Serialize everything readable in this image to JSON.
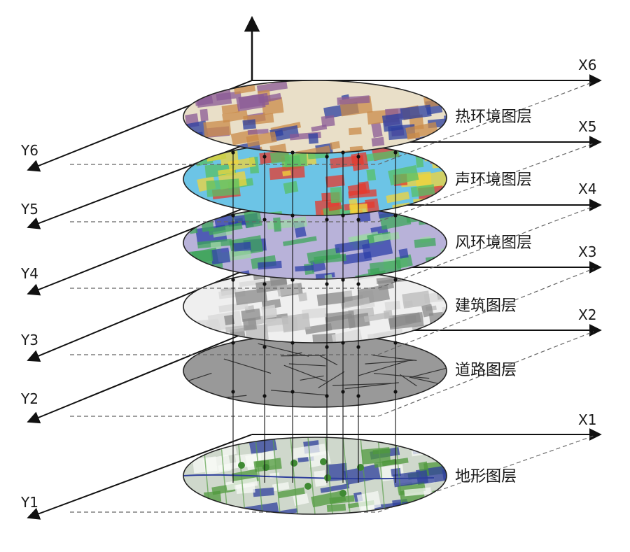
{
  "layers": [
    {
      "id": "heat",
      "label": "热环境图层",
      "x_axis": "X6",
      "y_axis": "Y6",
      "palette": [
        "#c98b4a",
        "#8a5a96",
        "#2b3fa0",
        "#e9dfc8"
      ]
    },
    {
      "id": "sound",
      "label": "声环境图层",
      "x_axis": "X5",
      "y_axis": "Y5",
      "palette": [
        "#e53a2c",
        "#f2d43a",
        "#57c064",
        "#6cc4e6"
      ]
    },
    {
      "id": "wind",
      "label": "风环境图层",
      "x_axis": "X4",
      "y_axis": "Y4",
      "palette": [
        "#2d3fa8",
        "#3ea55a",
        "#9ed6a6",
        "#b8b2d9"
      ]
    },
    {
      "id": "building",
      "label": "建筑图层",
      "x_axis": "X3",
      "y_axis": "Y3",
      "palette": [
        "#8a8a8a",
        "#b9b9b9",
        "#d8d8d8",
        "#efefef"
      ]
    },
    {
      "id": "road",
      "label": "道路图层",
      "x_axis": "X2",
      "y_axis": "Y2",
      "palette": [
        "#ffffff",
        "#222222",
        "#555555",
        "#999999"
      ]
    },
    {
      "id": "terrain",
      "label": "地形图层",
      "x_axis": "X1",
      "y_axis": "Y1",
      "palette": [
        "#f7f9f6",
        "#4f9a3c",
        "#2e3f9c",
        "#cfd8cc"
      ]
    }
  ],
  "colors": {
    "axis": "#111111",
    "dashed": "#666666",
    "pin": "#111111"
  }
}
